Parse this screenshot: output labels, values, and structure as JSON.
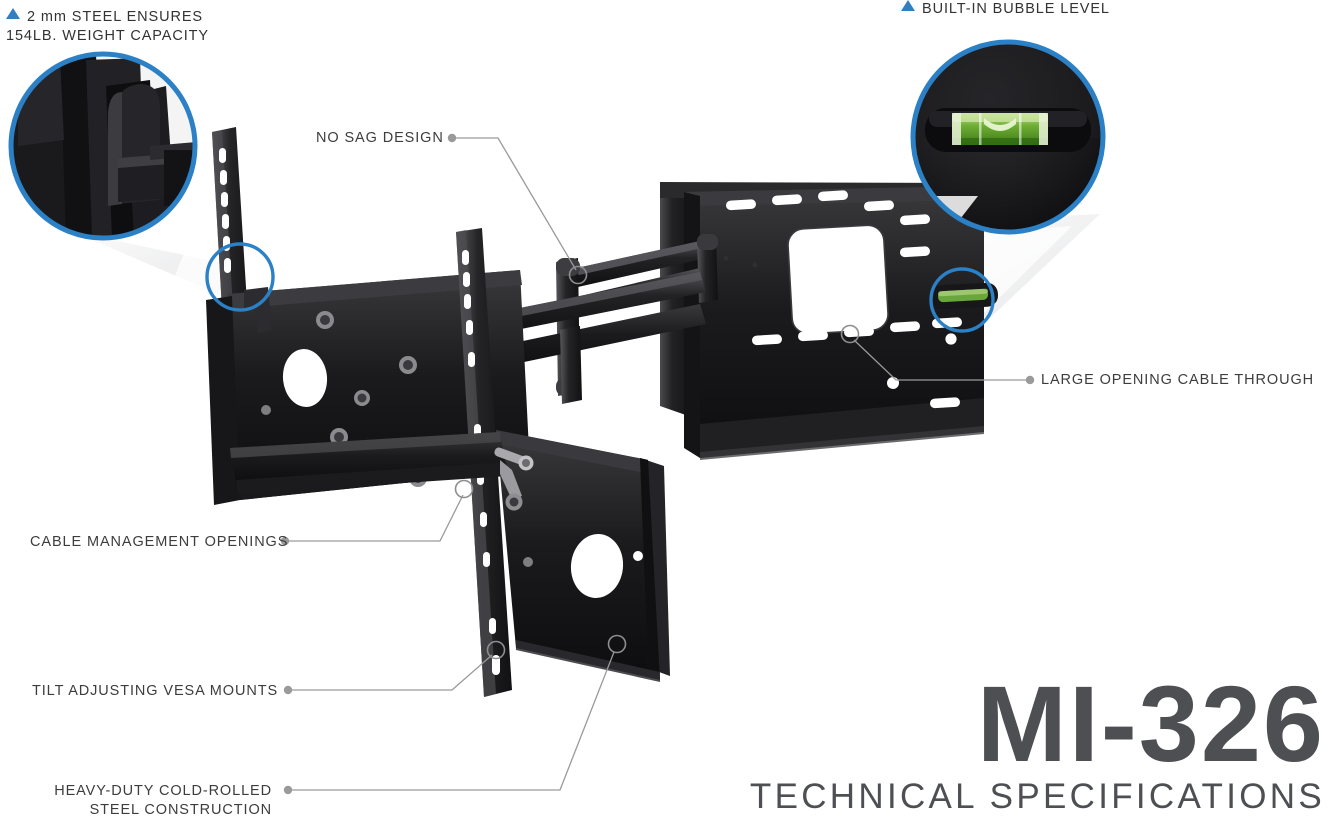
{
  "product": {
    "model": "MI-326",
    "subtitle": "TECHNICAL SPECIFICATIONS",
    "type": "full-motion-tv-wall-mount-diagram"
  },
  "colors": {
    "accent_blue": "#2f7fc1",
    "callout_ring_blue": "#2b80c6",
    "label_text": "#3d3d3d",
    "title_gray": "#4d4f52",
    "leader_line": "#9a9a9a",
    "metal_black": "#1c1c1c",
    "bubble_green": "#5f9e2f",
    "background": "#ffffff"
  },
  "highlights": [
    {
      "id": "steel-gauge",
      "bullet": "blue-triangle",
      "lines": [
        "2 mm STEEL ENSURES",
        "154LB. WEIGHT CAPACITY"
      ],
      "text": "2 mm STEEL ENSURES 154LB. WEIGHT CAPACITY",
      "position": "top-left",
      "magnifier": "steel-bracket-closeup"
    },
    {
      "id": "bubble-level",
      "bullet": "blue-triangle",
      "lines": [
        "BUILT-IN BUBBLE LEVEL"
      ],
      "text": "BUILT-IN BUBBLE LEVEL",
      "position": "top-right",
      "magnifier": "bubble-level-closeup"
    }
  ],
  "callouts": [
    {
      "id": "no-sag-design",
      "label": "NO SAG DESIGN",
      "align": "left",
      "target": "articulating-arm-joint"
    },
    {
      "id": "large-opening-cable-through",
      "label": "LARGE OPENING CABLE THROUGH",
      "align": "right",
      "target": "wall-plate-cable-opening"
    },
    {
      "id": "cable-management-openings",
      "label": "CABLE MANAGEMENT OPENINGS",
      "align": "left",
      "target": "tv-bracket-oval-hole"
    },
    {
      "id": "tilt-adjusting-vesa-mounts",
      "label": "TILT ADJUSTING VESA MOUNTS",
      "align": "left",
      "target": "vesa-rail-slot"
    },
    {
      "id": "heavy-duty-cold-rolled-steel",
      "label": "HEAVY-DUTY COLD-ROLLED STEEL CONSTRUCTION",
      "lines": [
        "HEAVY-DUTY COLD-ROLLED",
        "STEEL CONSTRUCTION"
      ],
      "align": "right",
      "target": "lower-bracket-plate"
    }
  ],
  "magnifiers": [
    {
      "id": "steel-bracket-closeup",
      "ring_color": "#2b80c6",
      "content": "black steel arm and hook bracket detail"
    },
    {
      "id": "bubble-level-closeup",
      "ring_color": "#2b80c6",
      "content": "green liquid bubble level vial in black housing"
    }
  ]
}
